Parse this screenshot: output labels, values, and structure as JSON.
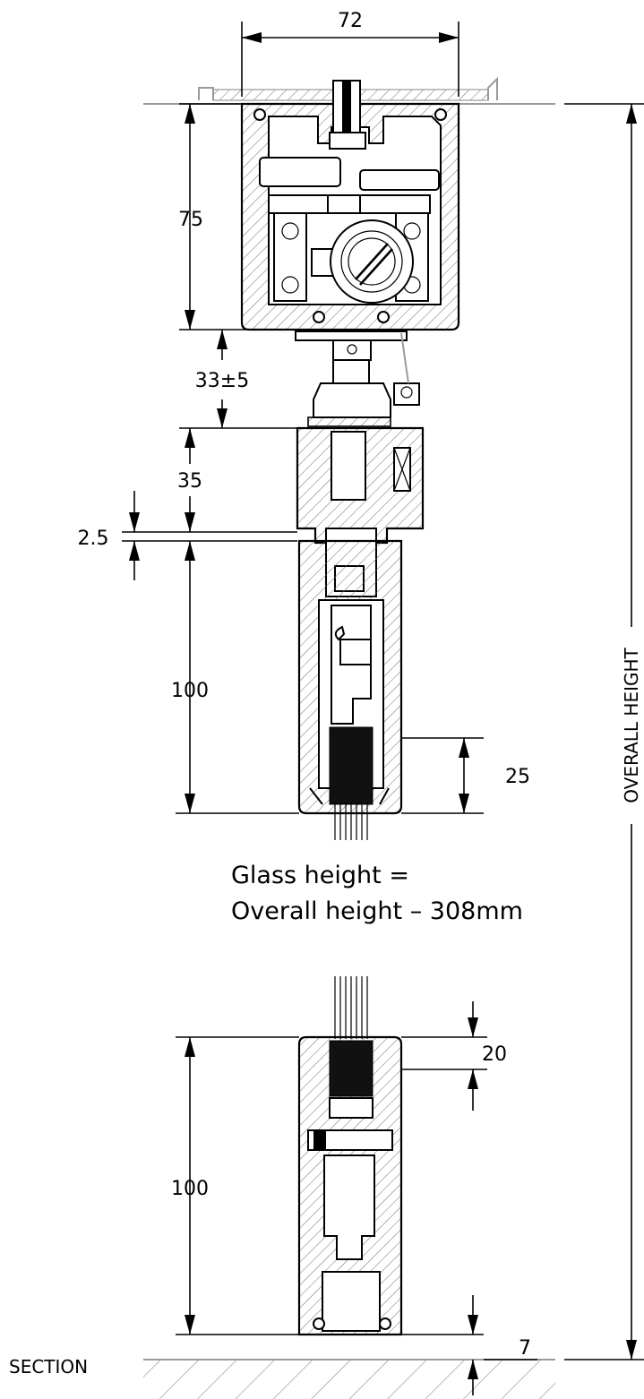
{
  "dimensions": {
    "width_72": "72",
    "height_75": "75",
    "gap_33": "33±5",
    "height_35": "35",
    "gap_2_5": "2.5",
    "height_100_top": "100",
    "glass_insert_25": "25",
    "glass_insert_20": "20",
    "height_100_bottom": "100",
    "floor_gap_7": "7"
  },
  "labels": {
    "overall_height": "OVERALL HEIGHT",
    "glass_height_line1": "Glass height =",
    "glass_height_line2": "Overall height – 308mm",
    "section": "SECTION"
  },
  "colors": {
    "line": "#000000",
    "surface": "#9a9a9a",
    "background": "#ffffff"
  }
}
